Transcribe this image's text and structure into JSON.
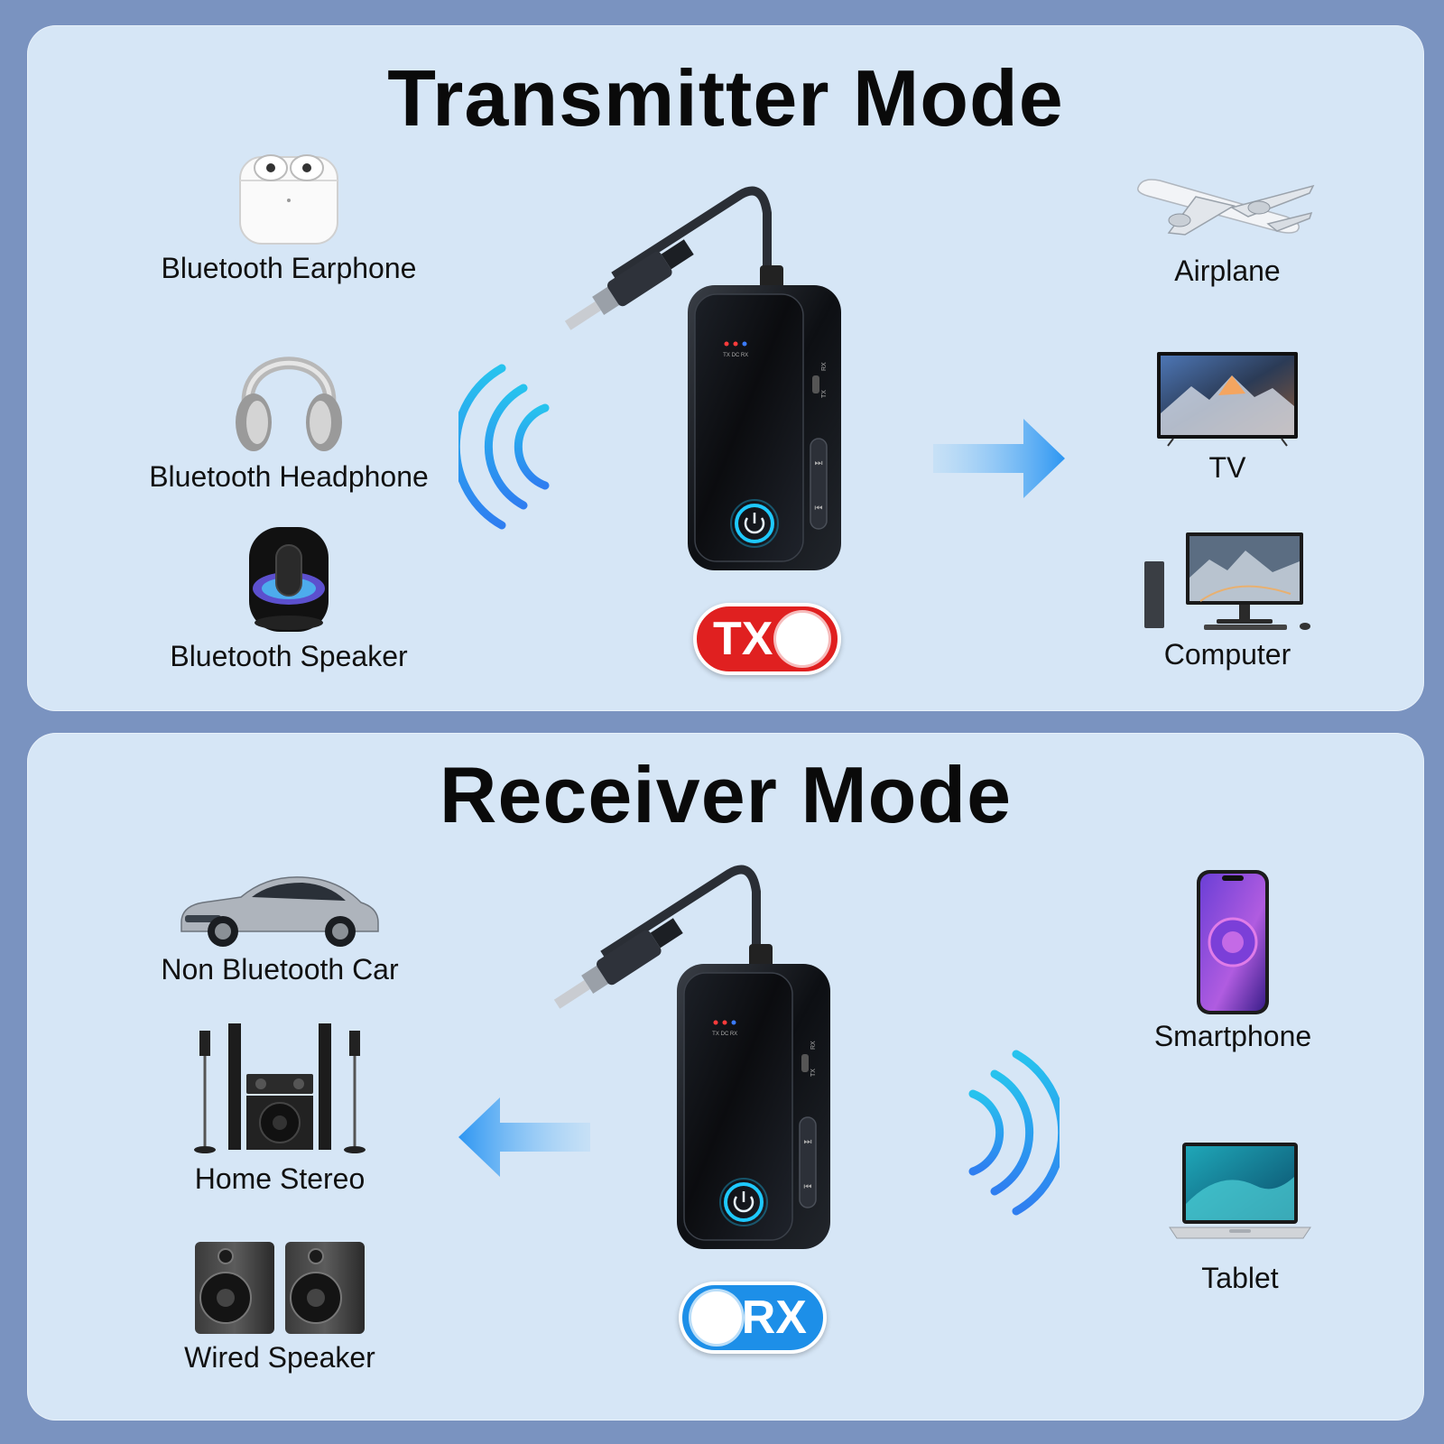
{
  "transmitter": {
    "title": "Transmitter Mode",
    "left_items": [
      {
        "label": "Bluetooth Earphone",
        "icon": "earbuds-case-icon"
      },
      {
        "label": "Bluetooth Headphone",
        "icon": "headphone-icon"
      },
      {
        "label": "Bluetooth Speaker",
        "icon": "speaker-icon"
      }
    ],
    "right_items": [
      {
        "label": "Airplane",
        "icon": "airplane-icon"
      },
      {
        "label": "TV",
        "icon": "tv-icon"
      },
      {
        "label": "Computer",
        "icon": "computer-icon"
      }
    ],
    "switch_label": "TX",
    "switch_color": "#e02020"
  },
  "receiver": {
    "title": "Receiver Mode",
    "left_items": [
      {
        "label": "Non Bluetooth Car",
        "icon": "car-icon"
      },
      {
        "label": "Home Stereo",
        "icon": "home-stereo-icon"
      },
      {
        "label": "Wired Speaker",
        "icon": "wired-speaker-icon"
      }
    ],
    "right_items": [
      {
        "label": "Smartphone",
        "icon": "smartphone-icon"
      },
      {
        "label": "Tablet",
        "icon": "laptop-icon"
      }
    ],
    "switch_label": "RX",
    "switch_color": "#1d8fe8"
  },
  "device": {
    "led_labels": [
      "TX",
      "DC",
      "RX"
    ],
    "side_labels": [
      "RX",
      "TX"
    ]
  },
  "colors": {
    "panel": "#d6e6f6",
    "background": "#7a93c0",
    "wave": "#2f8ef0",
    "arrow": "#3aa0f5"
  }
}
